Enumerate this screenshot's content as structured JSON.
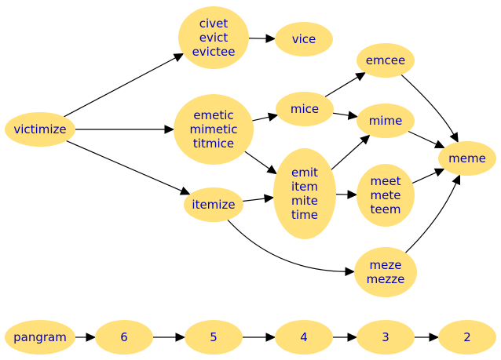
{
  "colors": {
    "node_fill": "#ffe07a",
    "node_text": "#0000b8",
    "edge": "#000000",
    "background": "#ffffff"
  },
  "nodes": {
    "victimize": {
      "lines": [
        "victimize"
      ]
    },
    "civet_group": {
      "lines": [
        "civet",
        "evict",
        "evictee"
      ]
    },
    "vice": {
      "lines": [
        "vice"
      ]
    },
    "emetic_group": {
      "lines": [
        "emetic",
        "mimetic",
        "titmice"
      ]
    },
    "itemize": {
      "lines": [
        "itemize"
      ]
    },
    "mice": {
      "lines": [
        "mice"
      ]
    },
    "emit_group": {
      "lines": [
        "emit",
        "item",
        "mite",
        "time"
      ]
    },
    "emcee": {
      "lines": [
        "emcee"
      ]
    },
    "mime": {
      "lines": [
        "mime"
      ]
    },
    "meet_group": {
      "lines": [
        "meet",
        "mete",
        "teem"
      ]
    },
    "meze_group": {
      "lines": [
        "meze",
        "mezze"
      ]
    },
    "meme": {
      "lines": [
        "meme"
      ]
    },
    "pangram": {
      "lines": [
        "pangram"
      ]
    },
    "n6": {
      "lines": [
        "6"
      ]
    },
    "n5": {
      "lines": [
        "5"
      ]
    },
    "n4": {
      "lines": [
        "4"
      ]
    },
    "n3": {
      "lines": [
        "3"
      ]
    },
    "n2": {
      "lines": [
        "2"
      ]
    }
  },
  "edges": [
    [
      "victimize",
      "civet_group"
    ],
    [
      "victimize",
      "emetic_group"
    ],
    [
      "victimize",
      "itemize"
    ],
    [
      "civet_group",
      "vice"
    ],
    [
      "emetic_group",
      "mice"
    ],
    [
      "emetic_group",
      "emit_group"
    ],
    [
      "itemize",
      "emit_group"
    ],
    [
      "itemize",
      "meze_group"
    ],
    [
      "mice",
      "emcee"
    ],
    [
      "mice",
      "mime"
    ],
    [
      "emit_group",
      "mime"
    ],
    [
      "emit_group",
      "meet_group"
    ],
    [
      "emcee",
      "meme"
    ],
    [
      "mime",
      "meme"
    ],
    [
      "meet_group",
      "meme"
    ],
    [
      "meze_group",
      "meme"
    ],
    [
      "pangram",
      "n6"
    ],
    [
      "n6",
      "n5"
    ],
    [
      "n5",
      "n4"
    ],
    [
      "n4",
      "n3"
    ],
    [
      "n3",
      "n2"
    ]
  ]
}
